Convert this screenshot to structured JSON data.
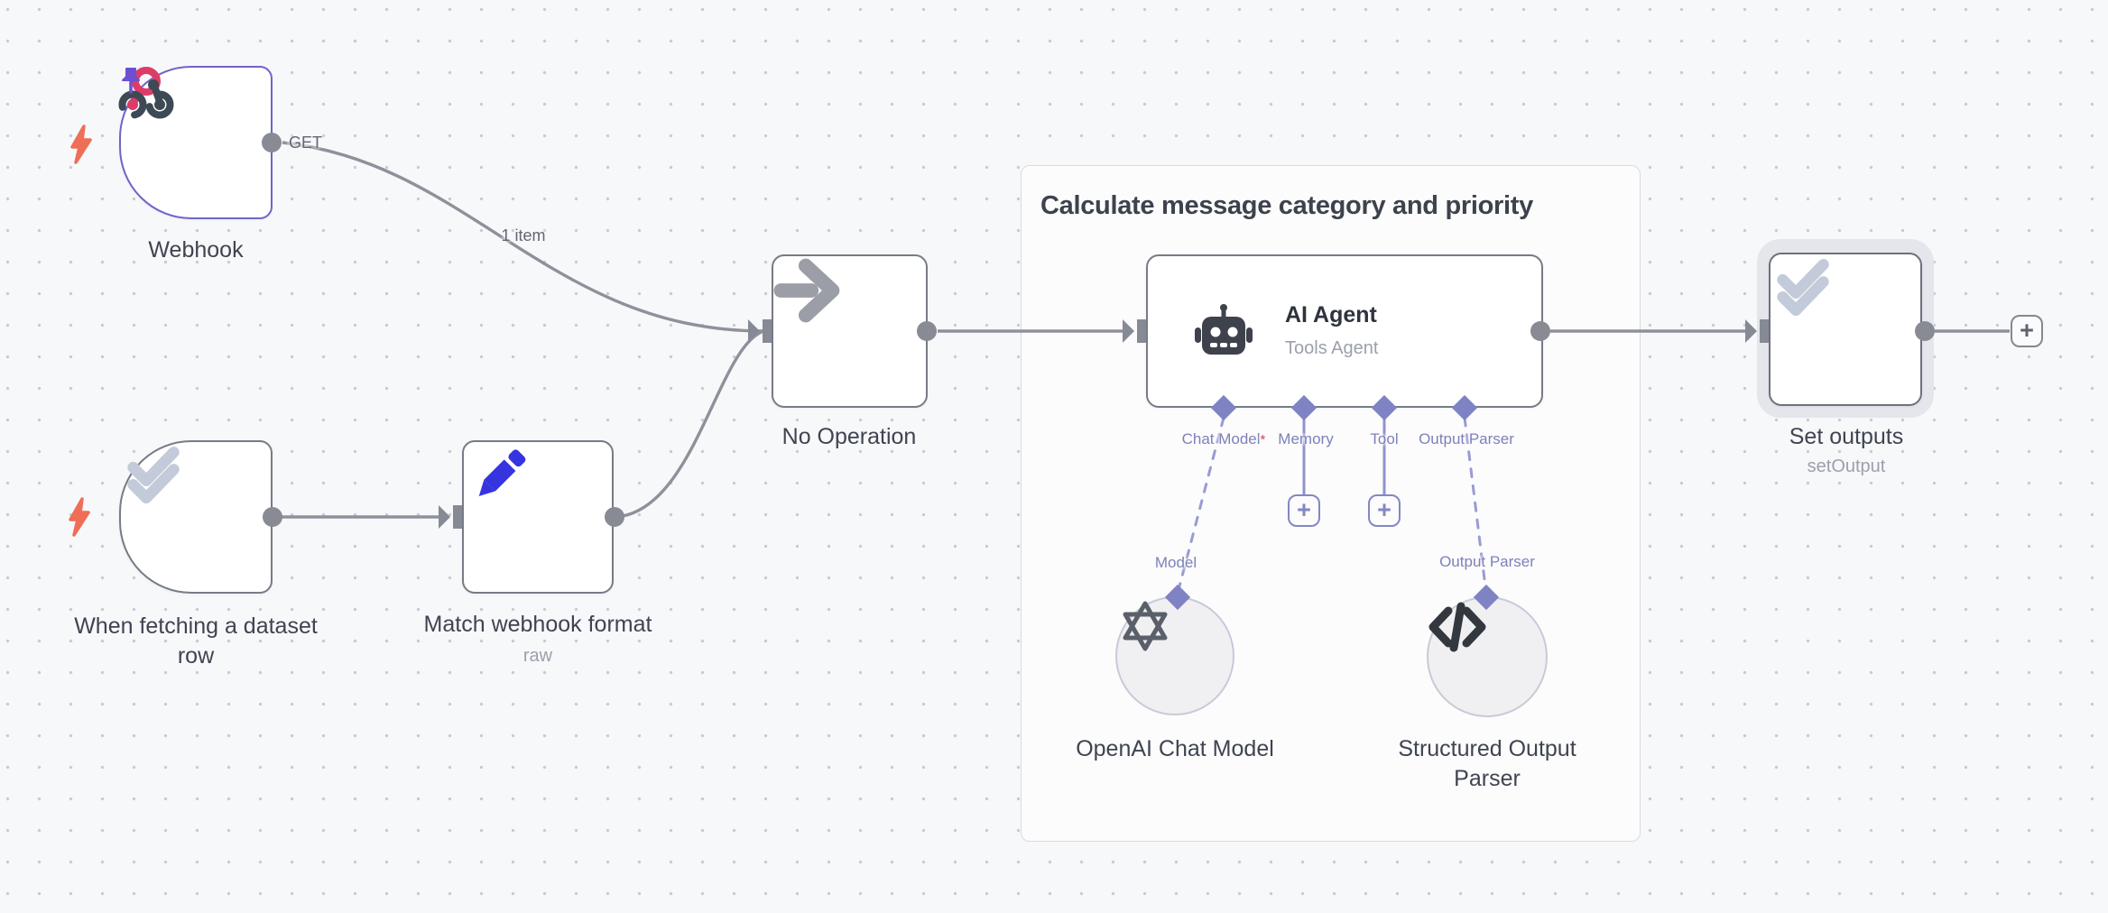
{
  "canvas": {
    "background": "#f7f8fa",
    "dot_color": "#c9cbd2"
  },
  "group": {
    "title": "Calculate message category and priority"
  },
  "edge_labels": {
    "webhook_port": "GET",
    "items": "1 item"
  },
  "nodes": {
    "webhook": {
      "label": "Webhook"
    },
    "when_fetching": {
      "label": "When fetching a dataset row"
    },
    "match": {
      "label": "Match webhook format",
      "subtitle": "raw"
    },
    "noop": {
      "label": "No Operation"
    },
    "ai_agent": {
      "title": "AI Agent",
      "subtitle": "Tools Agent",
      "inputs": [
        "Chat Model",
        "Memory",
        "Tool",
        "Output Parser"
      ],
      "required_marker": "*"
    },
    "openai": {
      "label": "OpenAI Chat Model",
      "port_label": "Model"
    },
    "osp": {
      "label": "Structured Output Parser",
      "port_label": "Output Parser"
    },
    "set_outputs": {
      "label": "Set outputs",
      "subtitle": "setOutput"
    }
  },
  "glyphs": {
    "plus": "+"
  },
  "colors": {
    "node_border": "#777b86",
    "selected_border": "#7064c8",
    "connection": "#8e919a",
    "ai_port": "#7f83c4",
    "trigger_bolt": "#ee6e57",
    "webhook_pink": "#dd3c68",
    "webhook_dark": "#3d4954",
    "pencil_blue": "#3634df",
    "check_slate": "#c3cad9",
    "text_primary": "#3f4450",
    "text_secondary": "#9ba0ac"
  }
}
